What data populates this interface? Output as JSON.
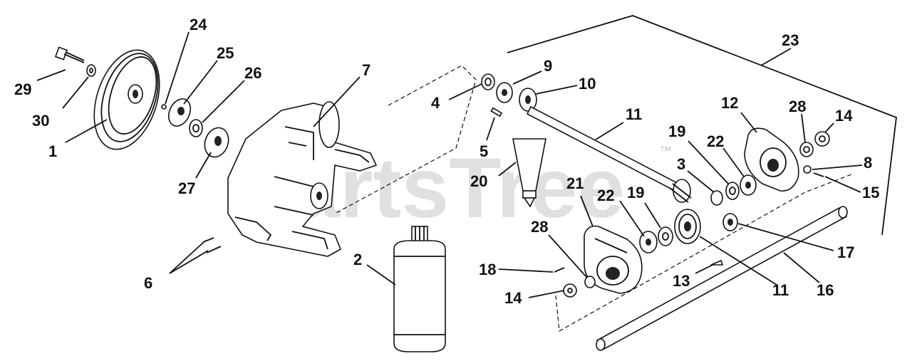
{
  "watermark": {
    "text": "PartsTree",
    "mark": "™"
  },
  "callouts": [
    {
      "id": "c29",
      "label": "29"
    },
    {
      "id": "c30",
      "label": "30"
    },
    {
      "id": "c1",
      "label": "1"
    },
    {
      "id": "c24",
      "label": "24"
    },
    {
      "id": "c25",
      "label": "25"
    },
    {
      "id": "c26",
      "label": "26"
    },
    {
      "id": "c27",
      "label": "27"
    },
    {
      "id": "c7",
      "label": "7"
    },
    {
      "id": "c6",
      "label": "6"
    },
    {
      "id": "c2",
      "label": "2"
    },
    {
      "id": "c4",
      "label": "4"
    },
    {
      "id": "c9",
      "label": "9"
    },
    {
      "id": "c10",
      "label": "10"
    },
    {
      "id": "c5",
      "label": "5"
    },
    {
      "id": "c20",
      "label": "20"
    },
    {
      "id": "c11a",
      "label": "11"
    },
    {
      "id": "c21",
      "label": "21"
    },
    {
      "id": "c22a",
      "label": "22"
    },
    {
      "id": "c19a",
      "label": "19"
    },
    {
      "id": "c28a",
      "label": "28"
    },
    {
      "id": "c18",
      "label": "18"
    },
    {
      "id": "c14a",
      "label": "14"
    },
    {
      "id": "c23",
      "label": "23"
    },
    {
      "id": "c12",
      "label": "12"
    },
    {
      "id": "c28b",
      "label": "28"
    },
    {
      "id": "c14b",
      "label": "14"
    },
    {
      "id": "c19b",
      "label": "19"
    },
    {
      "id": "c22b",
      "label": "22"
    },
    {
      "id": "c3",
      "label": "3"
    },
    {
      "id": "c8",
      "label": "8"
    },
    {
      "id": "c15",
      "label": "15"
    },
    {
      "id": "c17",
      "label": "17"
    },
    {
      "id": "c13",
      "label": "13"
    },
    {
      "id": "c11b",
      "label": "11"
    },
    {
      "id": "c16",
      "label": "16"
    }
  ]
}
